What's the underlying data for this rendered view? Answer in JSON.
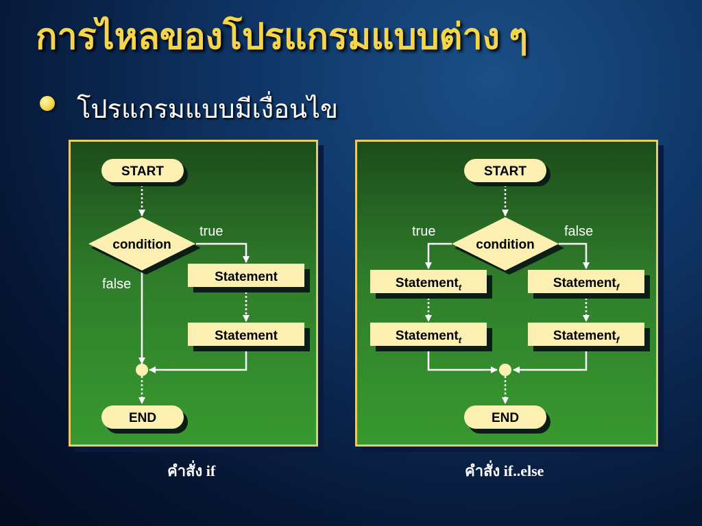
{
  "slide": {
    "title": "การไหลของโปรแกรมแบบต่าง ๆ",
    "bullet": "โปรแกรมแบบมีเงื่อนไข"
  },
  "diagram_if": {
    "start": "START",
    "condition": "condition",
    "true_label": "true",
    "false_label": "false",
    "statement_1": "Statement",
    "statement_2": "Statement",
    "end": "END",
    "caption_thai": "คำสั่ง",
    "caption_keyword": "if"
  },
  "diagram_ifelse": {
    "start": "START",
    "condition": "condition",
    "true_label": "true",
    "false_label": "false",
    "statement_base": "Statement",
    "true_subscript": "t",
    "false_subscript": "f",
    "end": "END",
    "caption_thai": "คำสั่ง",
    "caption_keyword": "if..else"
  },
  "colors": {
    "title": "#f5d64a",
    "node_fill": "#fbefb2",
    "panel_border": "#e9cc63",
    "panel_green": "#2f7d2b"
  }
}
